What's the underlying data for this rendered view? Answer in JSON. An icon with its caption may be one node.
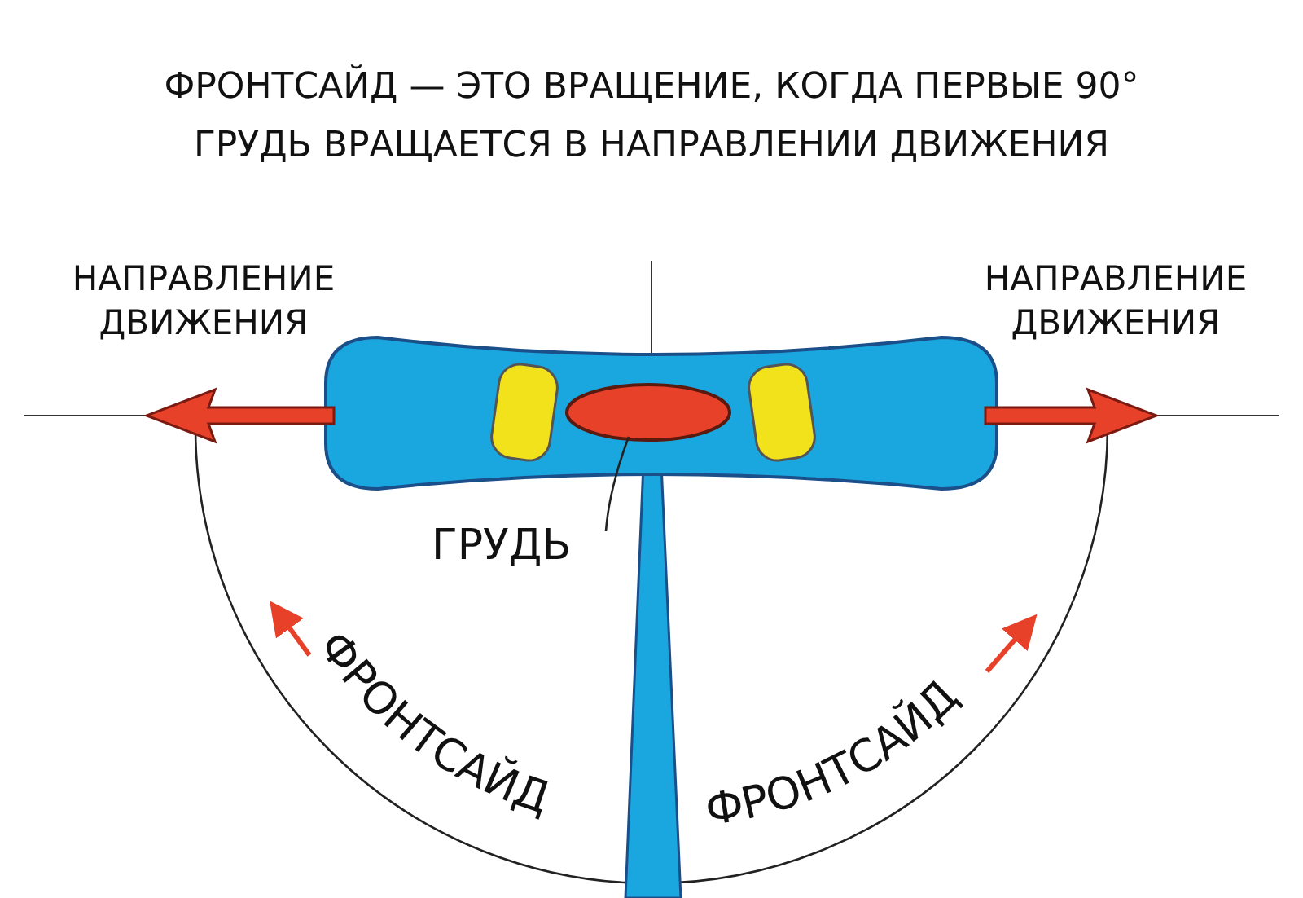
{
  "diagram": {
    "title": "ФРОНТСАЙД — ЭТО ВРАЩЕНИЕ, КОГДА ПЕРВЫЕ 90° ГРУДЬ ВРАЩАЕТСЯ В НАПРАВЛЕНИИ ДВИЖЕНИЯ",
    "nodes": [
      {
        "text": [
          "НАПРАВЛЕНИЕ ДВИЖЕНИЯ"
        ]
      },
      {
        "text": [
          "НАПРАВЛЕНИЕ ДВИЖЕНИЯ"
        ]
      },
      {
        "text": [
          "ГРУДЬ"
        ]
      },
      {
        "text": [],
        "shape": "ellipse"
      }
    ],
    "edges": [
      {
        "from": 2,
        "to": 3,
        "arrow": "none"
      }
    ],
    "labels": [
      "ФРОНТСАЙД",
      "ФРОНТСАЙД"
    ]
  }
}
